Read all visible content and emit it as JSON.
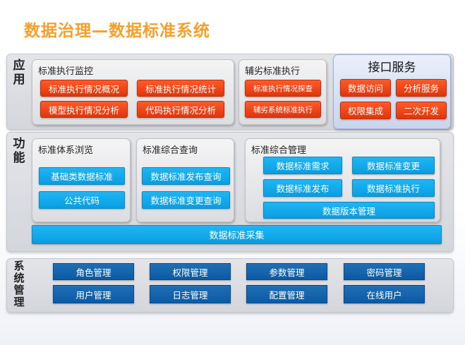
{
  "title": "数据治理—数据标准系统",
  "layers": {
    "app": {
      "label_chars": [
        "应",
        "用"
      ],
      "monitor": {
        "title": "标准执行监控",
        "items": [
          "标准执行情况概况",
          "标准执行情况统计",
          "模型执行情况分析",
          "代码执行情况分析"
        ]
      },
      "aux": {
        "title": "辅劣标准执行",
        "items": [
          "标准执行情况探查",
          "辅劣系统标准执行"
        ]
      },
      "interface": {
        "title": "接口服务",
        "items": [
          "数据访问",
          "分析服务",
          "权限集成",
          "二次开发"
        ]
      }
    },
    "func": {
      "label_chars": [
        "功",
        "能"
      ],
      "browse": {
        "title": "标准体系浏览",
        "items": [
          "基础类数据标准",
          "公共代码"
        ]
      },
      "query": {
        "title": "标准综合查询",
        "items": [
          "数据标准发布查询",
          "数据标准变更查询"
        ]
      },
      "manage": {
        "title": "标准综合管理",
        "items": [
          "数据标准需求",
          "数据标准变更",
          "数据标准发布",
          "数据标准执行",
          "数据版本管理"
        ]
      },
      "collect": "数据标准采集"
    },
    "sys": {
      "label_chars": [
        "系",
        "统",
        "管",
        "理"
      ],
      "items": [
        "角色管理",
        "权限管理",
        "参数管理",
        "密码管理",
        "用户管理",
        "日志管理",
        "配置管理",
        "在线用户"
      ]
    }
  }
}
